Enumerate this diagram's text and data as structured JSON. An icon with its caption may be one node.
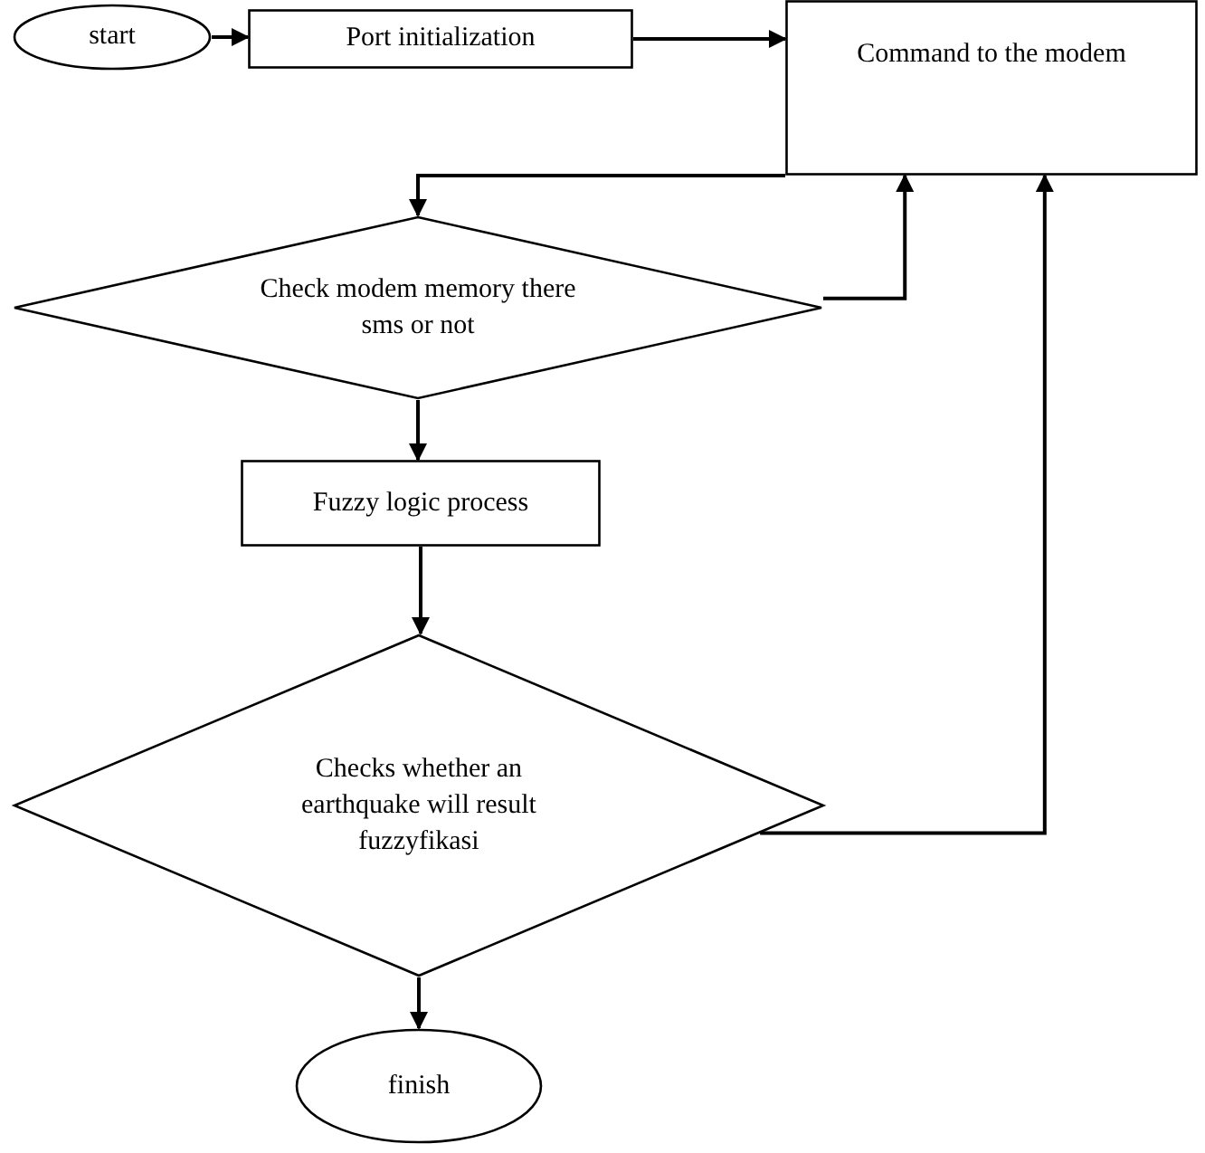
{
  "diagram": {
    "nodes": [
      {
        "text": [
          "start"
        ]
      },
      {
        "text": [
          "Port initialization"
        ]
      },
      {
        "text": [
          "Command to the modem"
        ]
      },
      {
        "text": [
          "Check modem  memory there sms or not"
        ]
      },
      {
        "text": [
          "Fuzzy logic process"
        ]
      },
      {
        "text": [
          "Checks whether an earthquake will result fuzzyfikasi"
        ]
      },
      {
        "text": [
          "finish"
        ]
      }
    ],
    "edges": [
      {
        "from": 0,
        "to": 1,
        "arrow": "to"
      },
      {
        "from": 1,
        "to": 2,
        "arrow": "to"
      },
      {
        "from": 2,
        "to": 3,
        "arrow": "to"
      },
      {
        "from": 3,
        "to": 2,
        "arrow": "to"
      },
      {
        "from": 3,
        "to": 4,
        "arrow": "to"
      },
      {
        "from": 4,
        "to": 5,
        "arrow": "to"
      },
      {
        "from": 5,
        "to": 2,
        "arrow": "to"
      },
      {
        "from": 5,
        "to": 6,
        "arrow": "to"
      }
    ]
  }
}
